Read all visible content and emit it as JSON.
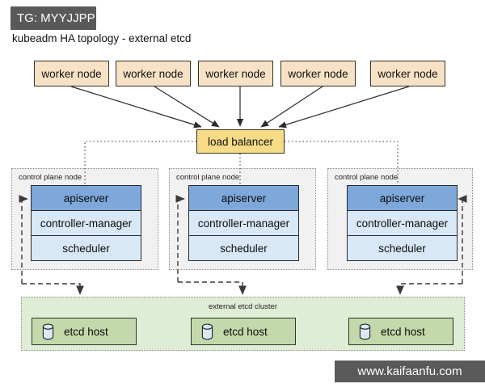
{
  "header": {
    "tag": "TG: MYYJJPP",
    "title": "kubeadm HA topology - external etcd"
  },
  "footer": {
    "watermark": "www.kaifaanfu.com"
  },
  "diagram": {
    "workers": [
      "worker node",
      "worker node",
      "worker node",
      "worker node",
      "worker node"
    ],
    "load_balancer": "load balancer",
    "control_planes": [
      {
        "label": "control plane node",
        "components": [
          "apiserver",
          "controller-manager",
          "scheduler"
        ]
      },
      {
        "label": "control plane node",
        "components": [
          "apiserver",
          "controller-manager",
          "scheduler"
        ]
      },
      {
        "label": "control plane node",
        "components": [
          "apiserver",
          "controller-manager",
          "scheduler"
        ]
      }
    ],
    "etcd_cluster": {
      "label": "external etcd cluster",
      "hosts": [
        "etcd host",
        "etcd host",
        "etcd host"
      ],
      "host_icon": "database-icon"
    },
    "connections": {
      "worker_to_lb": "solid arrows from each worker node into load balancer",
      "lb_to_apiserver": "dotted lines from load balancer into each apiserver",
      "apiserver_to_etcd": "dashed lines with arrows between each apiserver and the external etcd cluster"
    },
    "colors": {
      "banner_fill": "#595959",
      "worker_fill": "#f8e2c5",
      "load_balancer_fill": "#f7db86",
      "control_plane_fill": "#f1f1f1",
      "apiserver_fill": "#7ea7da",
      "component_fill": "#d8e8f6",
      "etcd_cluster_fill": "#dfecd6",
      "etcd_host_fill": "#c4d9ab",
      "cylinder_fill": "#dbe8f1"
    }
  }
}
